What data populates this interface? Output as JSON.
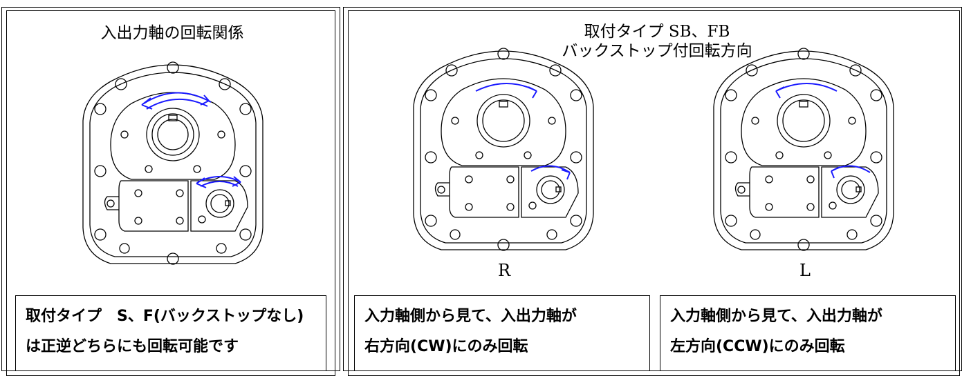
{
  "left_panel": {
    "title": "入出力軸の回転関係",
    "note_lines": [
      "取付タイプ　S、F(バックストップなし)",
      "は正逆どちらにも回転可能です"
    ]
  },
  "right_panel": {
    "title_line1": "取付タイプ SB、FB",
    "title_line2": "バックストップ付回転方向",
    "label_r": "R",
    "label_l": "L",
    "note_r_lines": [
      "入力軸側から見て、入出力軸が",
      "右方向(CW)にのみ回転"
    ],
    "note_l_lines": [
      "入力軸側から見て、入出力軸が",
      "左方向(CCW)にのみ回転"
    ]
  },
  "colors": {
    "arrow": "#1a1aff",
    "line": "#000000"
  }
}
